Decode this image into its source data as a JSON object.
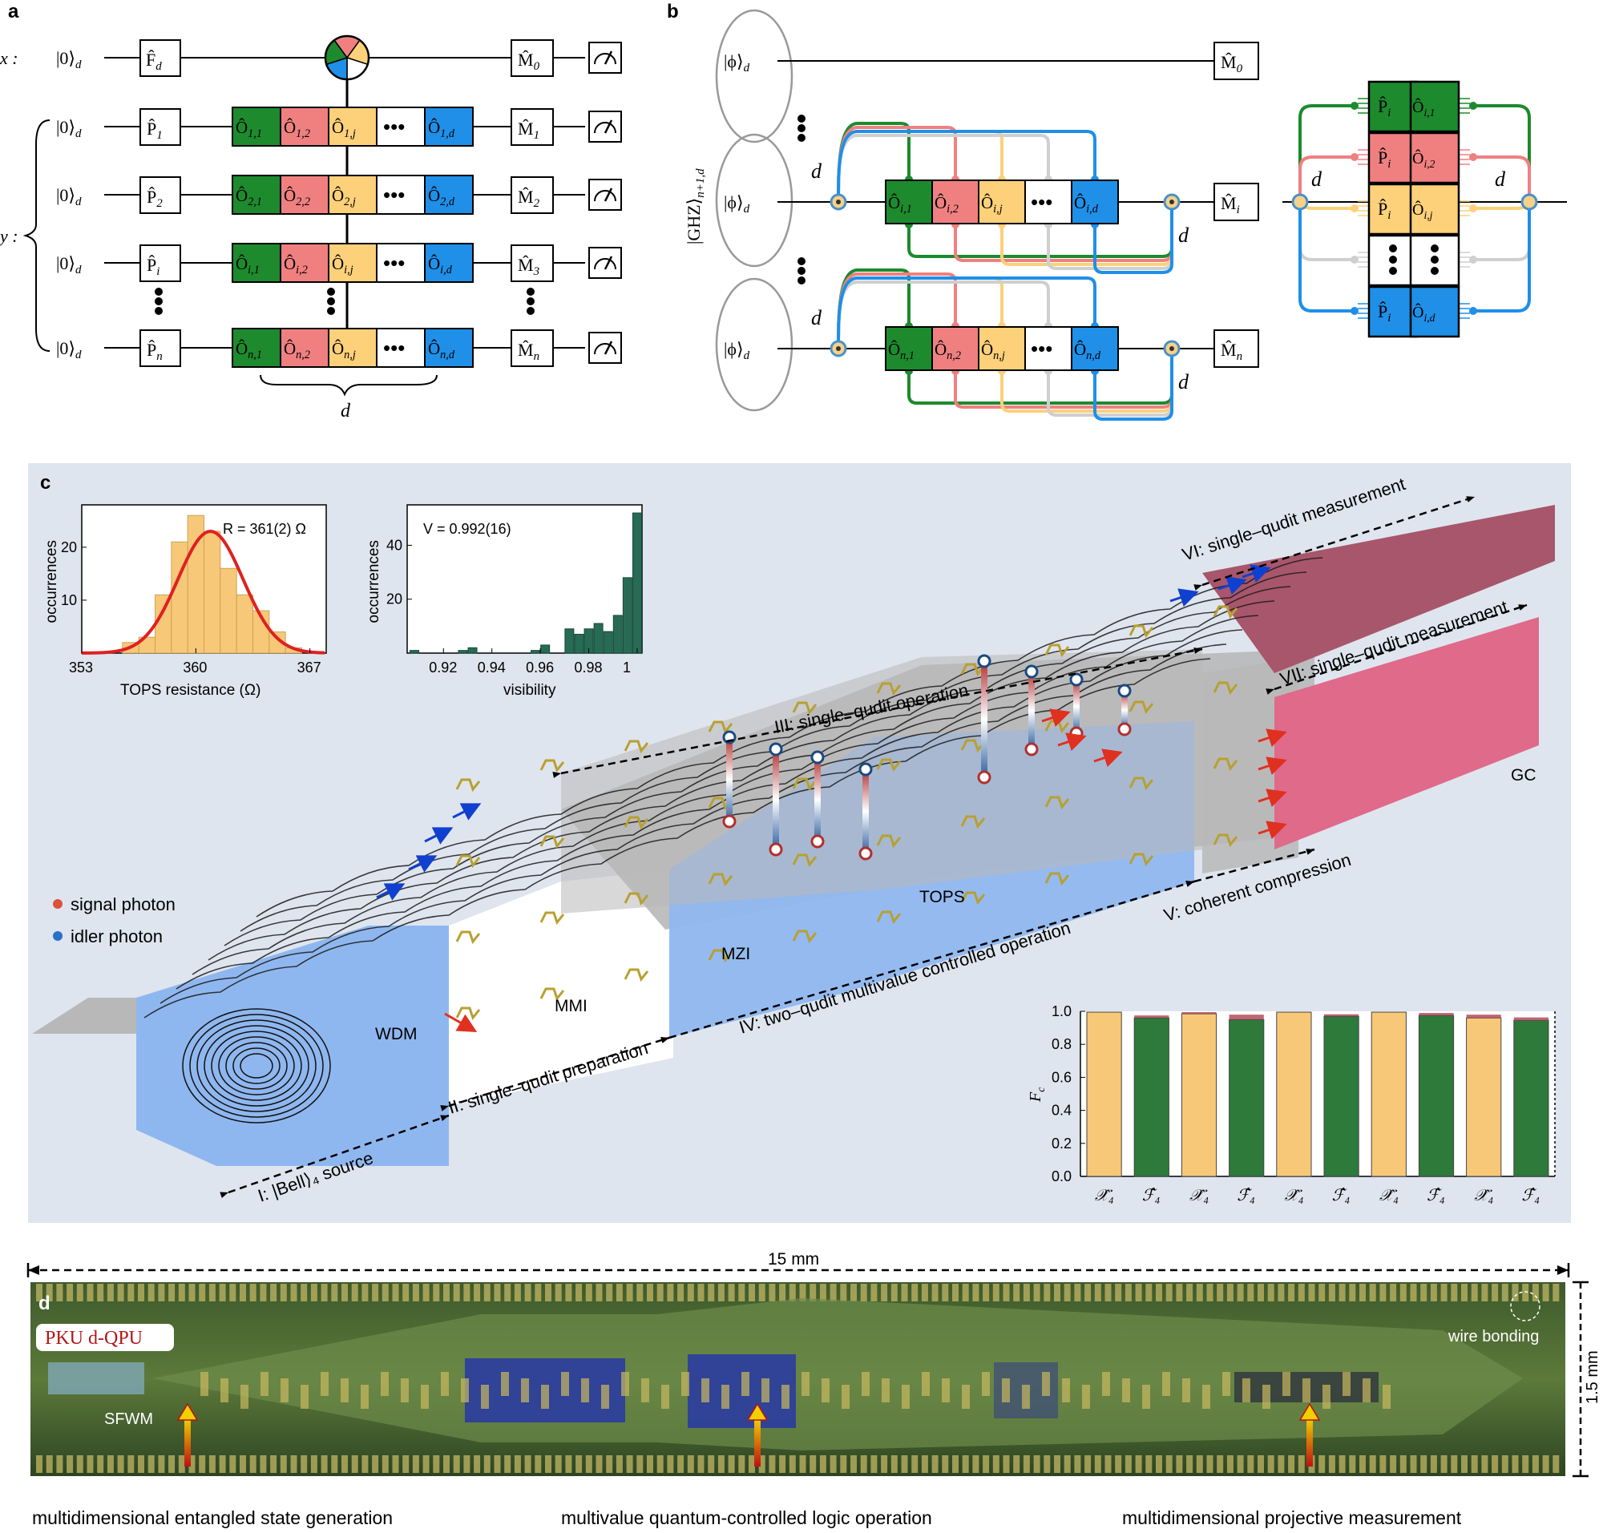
{
  "panels": {
    "a": "a",
    "b": "b",
    "c": "c",
    "d": "d"
  },
  "panel_a": {
    "x_label": "x :",
    "y_label": "y :",
    "ket0": "|0⟩",
    "ket_sub": "d",
    "F_gate": "F̂",
    "F_sub": "d",
    "rows": [
      {
        "p": "P̂",
        "p_sub": "1",
        "o_prefix": "1",
        "m": "M̂",
        "m_sub": "1"
      },
      {
        "p": "P̂",
        "p_sub": "2",
        "o_prefix": "2",
        "m": "M̂",
        "m_sub": "2"
      },
      {
        "p": "P̂",
        "p_sub": "i",
        "o_prefix": "i",
        "m": "M̂",
        "m_sub": "3"
      },
      {
        "p": "P̂",
        "p_sub": "n",
        "o_prefix": "n",
        "m": "M̂",
        "m_sub": "n"
      }
    ],
    "m0": "M̂",
    "m0_sub": "0",
    "o_letter": "Ô",
    "o_cols": [
      "1",
      "2",
      "j",
      "d"
    ],
    "dots": "•••",
    "d_brace": "d"
  },
  "panel_b": {
    "phi": "|ϕ⟩",
    "phi_sub": "d",
    "ghz": "|GHZ⟩",
    "ghz_sub": "n+1,d",
    "m0": "M̂",
    "m0_sub": "0",
    "mi": "M̂",
    "mi_sub": "i",
    "mn": "M̂",
    "mn_sub": "n",
    "row_i_prefix": "i",
    "row_n_prefix": "n",
    "o_cols": [
      "1",
      "2",
      "j",
      "d"
    ],
    "d_label": "d",
    "dots": "•••",
    "inset_p": "P̂",
    "inset_p_sub": "i",
    "inset_o_prefix": "i",
    "inset_o_cols": [
      "1",
      "2",
      "j",
      "d"
    ]
  },
  "panel_c": {
    "hist1": {
      "annotation": "R = 361(2) Ω",
      "xlabel": "TOPS resistance (Ω)",
      "ylabel": "occurrences",
      "xticks": [
        "353",
        "360",
        "367"
      ],
      "yticks": [
        "10",
        "20"
      ]
    },
    "hist2": {
      "annotation": "V = 0.992(16)",
      "xlabel": "visibility",
      "ylabel": "occurrences",
      "xticks": [
        "0.92",
        "0.94",
        "0.96",
        "0.98",
        "1"
      ],
      "yticks": [
        "20",
        "40"
      ]
    },
    "legend": {
      "signal": "signal photon",
      "idler": "idler photon"
    },
    "stages": {
      "I": "I: |Bell⟩₄ source",
      "II": "II: single–qudit preparation",
      "III": "III: single–qudit operation",
      "IV": "IV: two–qudit multivalue controlled operation",
      "V": "V: coherent compression",
      "VI": "VI: single–qudit measurement",
      "VII": "VII: single–qudit measurement"
    },
    "components": {
      "wdm": "WDM",
      "mmi": "MMI",
      "mzi": "MZI",
      "tops": "TOPS",
      "gc": "GC"
    },
    "fc_chart": {
      "ylabel": "F",
      "ylabel_sub": "c",
      "yticks": [
        "0.0",
        "0.2",
        "0.4",
        "0.6",
        "0.8",
        "1.0"
      ]
    }
  },
  "panel_d": {
    "scale_label": "15 mm",
    "height_label": "1.5 mm",
    "chip_name": "PKU d-QPU",
    "sfwm": "SFWM",
    "wire_bonding": "wire bonding",
    "captions": [
      "multidimensional entangled state generation",
      "multivalue quantum-controlled logic operation",
      "multidimensional projective measurement"
    ]
  },
  "colors": {
    "green": "#1d8a2e",
    "red": "#f08080",
    "yellow": "#fdd07a",
    "blue": "#1f8fe8",
    "gray": "#cfcfcf",
    "panel_c_bg": "#dfe5ee",
    "chip_blue": "#8fb7ef",
    "chip_gray": "#b8b8b8",
    "chip_pink": "#df6a8a",
    "chip_maroon": "#a8566c",
    "hist_orange": "#f7c877",
    "hist_green": "#276b55",
    "fit_red": "#e02020",
    "bar_yellow": "#f7c877",
    "bar_green": "#2d7a3a"
  },
  "chart_data": [
    {
      "type": "bar",
      "xlabel": "TOPS resistance (Ω)",
      "ylabel": "occurrences",
      "xlim": [
        353,
        368
      ],
      "ylim": [
        0,
        28
      ],
      "x": [
        356,
        357,
        358,
        359,
        360,
        361,
        362,
        363,
        364,
        365,
        366
      ],
      "values": [
        2,
        3,
        11,
        21,
        26,
        23,
        16,
        11,
        8,
        4,
        1
      ],
      "fit": {
        "center": 360.9,
        "sigma": 2.0,
        "peak": 23
      }
    },
    {
      "type": "bar",
      "xlabel": "visibility",
      "ylabel": "occurrences",
      "xlim": [
        0.905,
        1.002
      ],
      "ylim": [
        0,
        55
      ],
      "x": [
        0.908,
        0.928,
        0.932,
        0.958,
        0.962,
        0.972,
        0.976,
        0.98,
        0.984,
        0.988,
        0.992,
        0.996,
        1.0
      ],
      "values": [
        1,
        1,
        2,
        1,
        3,
        9,
        7,
        9,
        11,
        8,
        14,
        28,
        52
      ]
    },
    {
      "type": "bar",
      "ylabel": "Fc",
      "ylim": [
        0,
        1.0
      ],
      "categories": [
        "𝒳̂₄",
        "ℱ̂₄",
        "𝒳̂₄",
        "ℱ̂₄",
        "𝒳̂₄",
        "ℱ̂₄",
        "𝒳̂₄",
        "ℱ̂₄",
        "𝒳̂₄",
        "ℱ̂₄"
      ],
      "values": [
        0.995,
        0.96,
        0.985,
        0.95,
        0.995,
        0.97,
        0.995,
        0.975,
        0.96,
        0.945
      ],
      "error_top": [
        0.0,
        0.015,
        0.01,
        0.03,
        0.0,
        0.012,
        0.0,
        0.015,
        0.02,
        0.018
      ],
      "bar_colors": [
        "yellow",
        "green",
        "yellow",
        "green",
        "yellow",
        "green",
        "yellow",
        "green",
        "yellow",
        "green"
      ]
    }
  ]
}
